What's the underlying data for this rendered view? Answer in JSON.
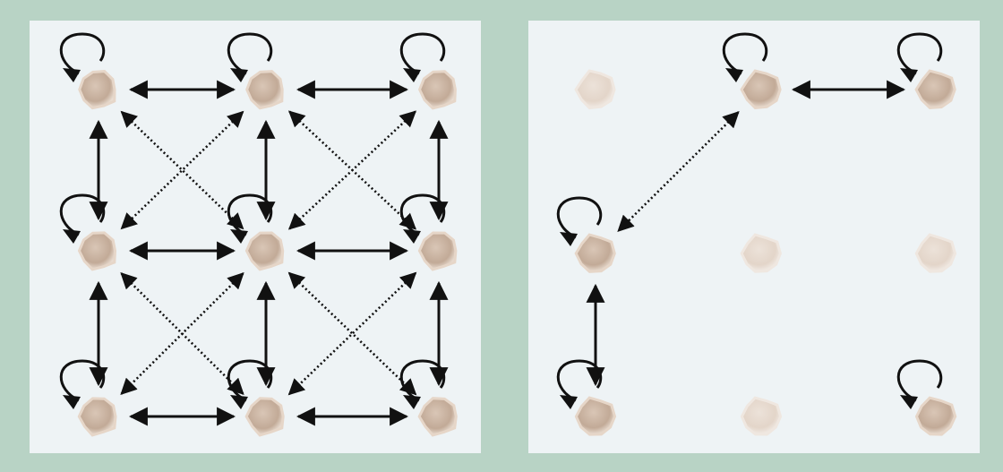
{
  "figure": {
    "background_color": "#b8d3c5",
    "panel_color": "#eef3f5",
    "node_color": "#c9b3a1",
    "node_faded_color": "#e4d8ce",
    "edge_color": "#111111"
  },
  "left_panel": {
    "grid": {
      "rows": 3,
      "cols": 3
    },
    "nodes": [
      {
        "id": "n00",
        "row": 0,
        "col": 0,
        "self_loop": true,
        "faded": false
      },
      {
        "id": "n01",
        "row": 0,
        "col": 1,
        "self_loop": true,
        "faded": false
      },
      {
        "id": "n02",
        "row": 0,
        "col": 2,
        "self_loop": true,
        "faded": false
      },
      {
        "id": "n10",
        "row": 1,
        "col": 0,
        "self_loop": true,
        "faded": false
      },
      {
        "id": "n11",
        "row": 1,
        "col": 1,
        "self_loop": true,
        "faded": false
      },
      {
        "id": "n12",
        "row": 1,
        "col": 2,
        "self_loop": true,
        "faded": false
      },
      {
        "id": "n20",
        "row": 2,
        "col": 0,
        "self_loop": true,
        "faded": false
      },
      {
        "id": "n21",
        "row": 2,
        "col": 1,
        "self_loop": true,
        "faded": false
      },
      {
        "id": "n22",
        "row": 2,
        "col": 2,
        "self_loop": true,
        "faded": false
      }
    ],
    "edges": [
      {
        "from": "n00",
        "to": "n01",
        "style": "solid"
      },
      {
        "from": "n01",
        "to": "n02",
        "style": "solid"
      },
      {
        "from": "n10",
        "to": "n11",
        "style": "solid"
      },
      {
        "from": "n11",
        "to": "n12",
        "style": "solid"
      },
      {
        "from": "n20",
        "to": "n21",
        "style": "solid"
      },
      {
        "from": "n21",
        "to": "n22",
        "style": "solid"
      },
      {
        "from": "n00",
        "to": "n10",
        "style": "solid"
      },
      {
        "from": "n10",
        "to": "n20",
        "style": "solid"
      },
      {
        "from": "n01",
        "to": "n11",
        "style": "solid"
      },
      {
        "from": "n11",
        "to": "n21",
        "style": "solid"
      },
      {
        "from": "n02",
        "to": "n12",
        "style": "solid"
      },
      {
        "from": "n12",
        "to": "n22",
        "style": "solid"
      },
      {
        "from": "n00",
        "to": "n11",
        "style": "dotted"
      },
      {
        "from": "n01",
        "to": "n10",
        "style": "dotted"
      },
      {
        "from": "n01",
        "to": "n12",
        "style": "dotted"
      },
      {
        "from": "n02",
        "to": "n11",
        "style": "dotted"
      },
      {
        "from": "n10",
        "to": "n21",
        "style": "dotted"
      },
      {
        "from": "n11",
        "to": "n20",
        "style": "dotted"
      },
      {
        "from": "n11",
        "to": "n22",
        "style": "dotted"
      },
      {
        "from": "n12",
        "to": "n21",
        "style": "dotted"
      }
    ]
  },
  "right_panel": {
    "grid": {
      "rows": 3,
      "cols": 3
    },
    "nodes": [
      {
        "id": "m00",
        "row": 0,
        "col": 0,
        "self_loop": false,
        "faded": true
      },
      {
        "id": "m01",
        "row": 0,
        "col": 1,
        "self_loop": true,
        "faded": false
      },
      {
        "id": "m02",
        "row": 0,
        "col": 2,
        "self_loop": true,
        "faded": false
      },
      {
        "id": "m10",
        "row": 1,
        "col": 0,
        "self_loop": true,
        "faded": false
      },
      {
        "id": "m11",
        "row": 1,
        "col": 1,
        "self_loop": false,
        "faded": true
      },
      {
        "id": "m12",
        "row": 1,
        "col": 2,
        "self_loop": false,
        "faded": true
      },
      {
        "id": "m20",
        "row": 2,
        "col": 0,
        "self_loop": true,
        "faded": false
      },
      {
        "id": "m21",
        "row": 2,
        "col": 1,
        "self_loop": false,
        "faded": true
      },
      {
        "id": "m22",
        "row": 2,
        "col": 2,
        "self_loop": true,
        "faded": false
      }
    ],
    "edges": [
      {
        "from": "m01",
        "to": "m02",
        "style": "solid"
      },
      {
        "from": "m01",
        "to": "m10",
        "style": "dotted"
      },
      {
        "from": "m10",
        "to": "m20",
        "style": "solid"
      }
    ]
  }
}
